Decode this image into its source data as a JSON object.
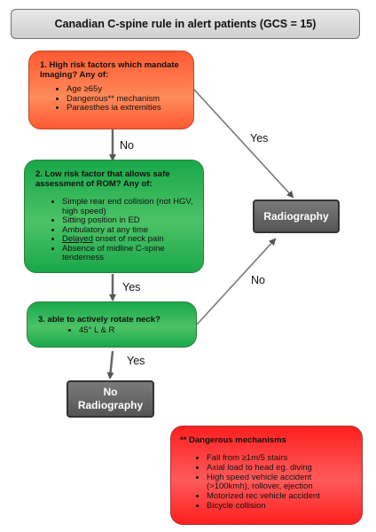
{
  "title": "Canadian C-spine rule in alert patients (GCS = 15)",
  "step1": {
    "heading": "1. High risk factors which mandate Imaging? Any of:",
    "items": [
      "Age ≥65y",
      "Dangerous** mechanism",
      "Paraesthes ia extremities"
    ]
  },
  "step2": {
    "heading": "2. Low risk factor that allows safe assessment of ROM? Any of:",
    "items": [
      "Simple rear end collision (not HGV, high speed)",
      "Sitting position in ED",
      "Ambulatory at any time",
      "Absence of midline C-spine tenderness"
    ],
    "delayed_underlined": "Delayed",
    "delayed_rest": " onset of neck pain"
  },
  "step3": {
    "heading": "3. able to actively rotate neck?",
    "items": [
      "45° L & R"
    ]
  },
  "radiography": "Radiography",
  "no_radiography_line1": "No",
  "no_radiography_line2": "Radiography",
  "labels": {
    "no1": "No",
    "yes1": "Yes",
    "yes2": "Yes",
    "no2": "No",
    "yes3": "Yes"
  },
  "dangerous": {
    "heading": "** Dangerous mechanisms",
    "items": [
      "Fall from ≥1m/5 stairs",
      "Axial load to head eg. diving",
      "High speed vehicle accident (>100kmh), rollover, ejection",
      "Motorized rec vehicle accident",
      "Bicycle collision"
    ]
  },
  "colors": {
    "high_risk": "#ff6a40",
    "low_risk": "#2db553",
    "outcome": "#666666",
    "dangerous": "#ff3030"
  }
}
